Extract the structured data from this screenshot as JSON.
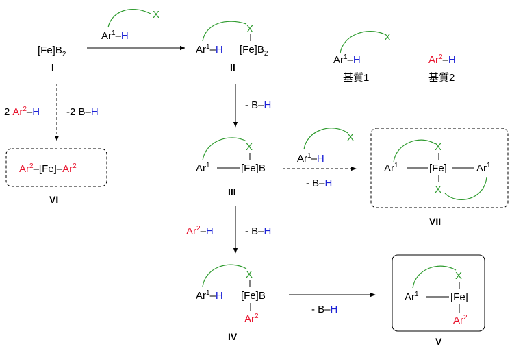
{
  "colors": {
    "black": "#000000",
    "red": "#e8102a",
    "blue": "#1c22d6",
    "green": "#2e9b2e"
  },
  "atoms": {
    "ar": "Ar",
    "one": "1",
    "two": "2",
    "h": "H",
    "x": "X",
    "b": "B",
    "fe": "[Fe]",
    "feb": "[Fe]B",
    "feb2_main": "[Fe]B",
    "feb2_sub": "2",
    "bond": "–",
    "two_coef": "2",
    "minus_b": "- B–",
    "minus_2b": "-2 B–"
  },
  "labels": {
    "I": "I",
    "II": "II",
    "III": "III",
    "IV": "IV",
    "V": "V",
    "VI": "VI",
    "VII": "VII"
  },
  "substrate_captions": {
    "sub1": "基質1",
    "sub2": "基質2"
  }
}
